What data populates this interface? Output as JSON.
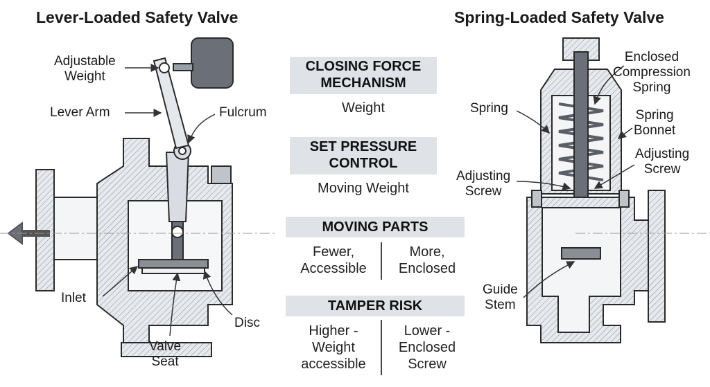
{
  "left_title": "Lever-Loaded Safety Valve",
  "right_title": "Spring-Loaded Safety Valve",
  "lever_labels": {
    "adjustable_weight": "Adjustable\nWeight",
    "lever_arm": "Lever Arm",
    "fulcrum": "Fulcrum",
    "inlet": "Inlet",
    "disc": "Disc",
    "valve_seat": "Valve\nSeat"
  },
  "spring_labels": {
    "enclosed_spring": "Enclosed\nCompression\nSpring",
    "spring": "Spring",
    "spring_bonnet": "Spring\nBonnet",
    "adjusting_screw_right": "Adjusting\nScrew",
    "adjusting_screw_left": "Adjusting\nScrew",
    "guide_stem": "Guide\nStem"
  },
  "comparison": {
    "closing_force": {
      "header": "CLOSING FORCE\nMECHANISM",
      "value": "Weight"
    },
    "set_pressure": {
      "header": "SET PRESSURE\nCONTROL",
      "value": "Moving Weight"
    },
    "moving_parts": {
      "header": "MOVING PARTS",
      "left": "Fewer,\nAccessible",
      "right": "More,\nEnclosed"
    },
    "tamper_risk": {
      "header": "TAMPER RISK",
      "left": "Higher -\nWeight\naccessible",
      "right": "Lower -\nEnclosed\nScrew"
    }
  },
  "colors": {
    "metal": "#d9dde3",
    "dark_metal": "#6b7078",
    "line": "#2a2a2a",
    "header_bg": "#dfe3e8"
  }
}
